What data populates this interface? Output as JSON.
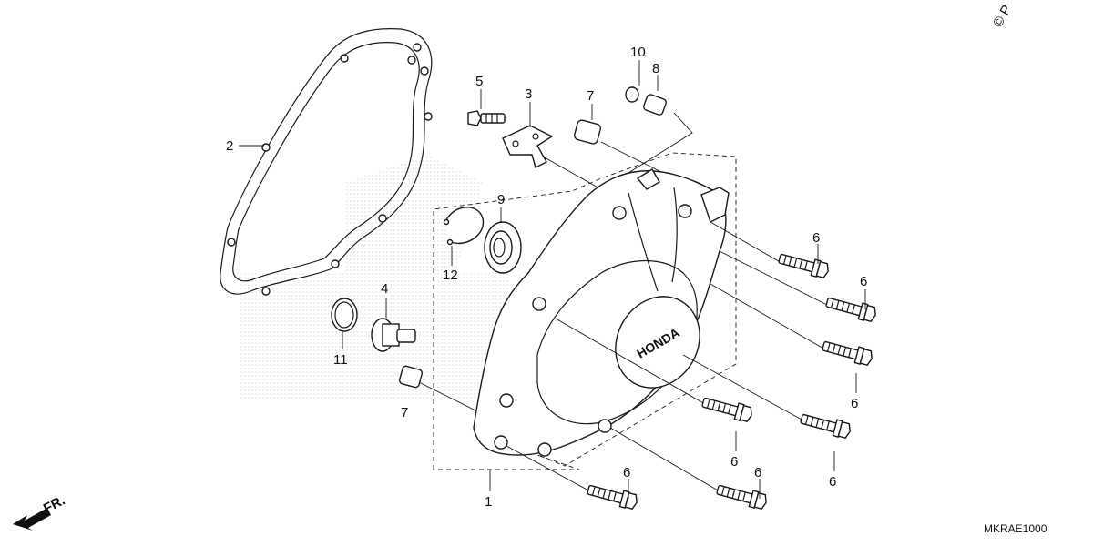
{
  "diagram_code": "MKRAE1000",
  "front_label": "FR.",
  "copyright_mark": "© P",
  "brand_on_cover": "HONDA",
  "labels": {
    "cover": "1",
    "gasket": "2",
    "bracket": "3",
    "shaft": "4",
    "bolt_small": "5",
    "bolt": "6",
    "dowel": "7",
    "dowel_top": "8",
    "seal": "9",
    "washer": "10",
    "o_ring": "11",
    "circlip": "12"
  }
}
